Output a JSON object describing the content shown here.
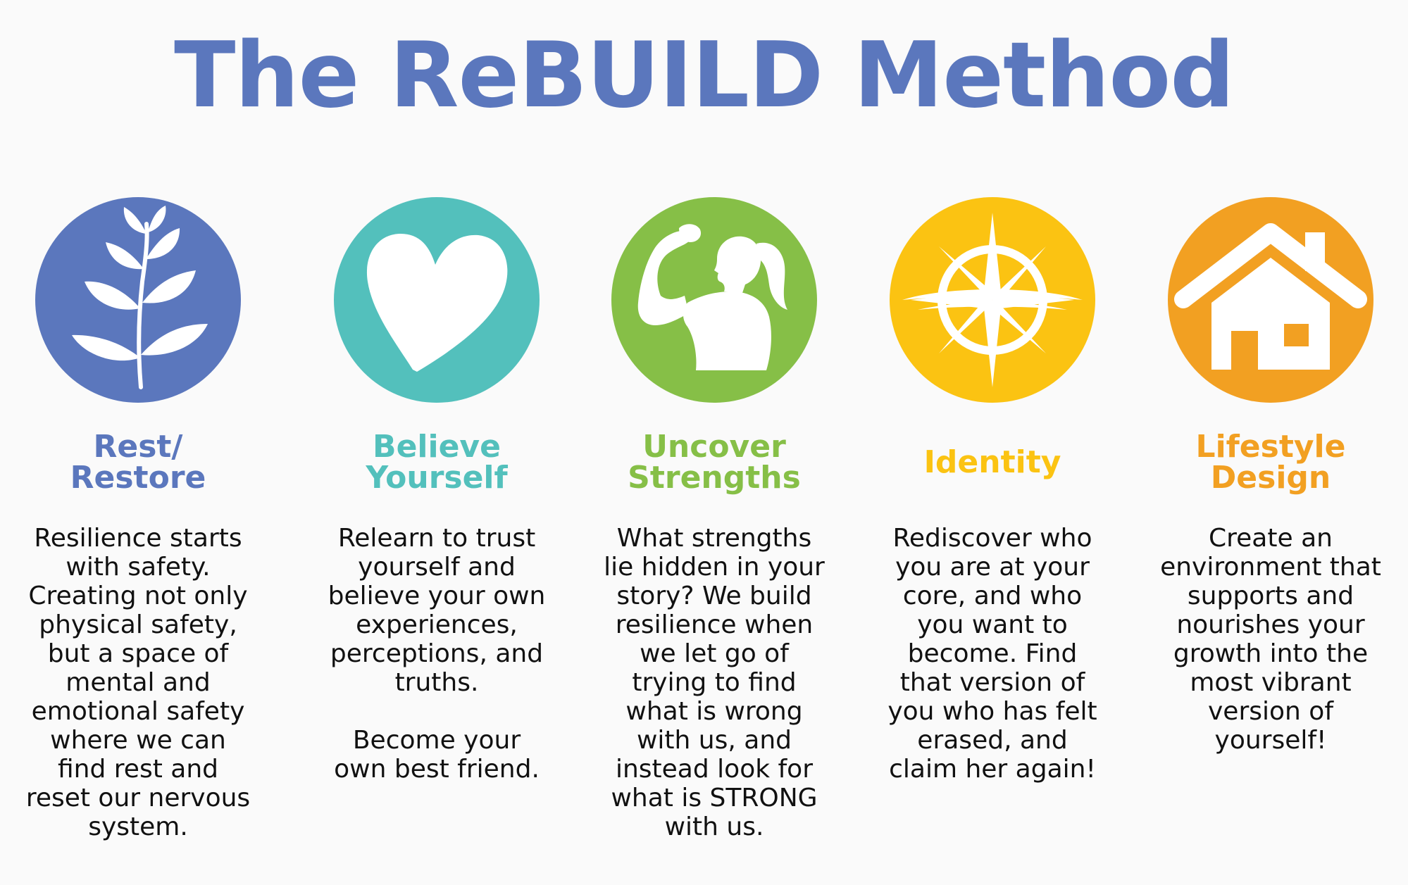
{
  "title": "The ReBUILD Method",
  "colors": {
    "title": "#5b77bd",
    "rest": "#5b77bd",
    "believe": "#53c0bc",
    "uncover": "#86bf47",
    "identity": "#fbc312",
    "lifestyle": "#f2a022",
    "body_text": "#111111",
    "background": "#fafafa"
  },
  "pillars": [
    {
      "icon": "leaf-sprout-icon",
      "heading": [
        "Rest/",
        "Restore"
      ],
      "description": [
        "Resilience starts",
        "with safety.",
        "Creating not only",
        "physical safety,",
        "but a space of",
        "mental and",
        "emotional safety",
        "where we can",
        "find rest and",
        "reset our nervous",
        "system."
      ]
    },
    {
      "icon": "heart-icon",
      "heading": [
        "Believe",
        "Yourself"
      ],
      "description": [
        "Relearn to trust",
        "yourself and",
        "believe your own",
        "experiences,",
        "perceptions, and",
        "truths.",
        "",
        "Become your",
        "own best friend."
      ]
    },
    {
      "icon": "strong-woman-icon",
      "heading": [
        "Uncover",
        "Strengths"
      ],
      "description": [
        "What strengths",
        "lie hidden in your",
        "story? We build",
        "resilience when",
        "we let go of",
        "trying to find",
        "what is wrong",
        "with us, and",
        "instead look for",
        "what is STRONG",
        "with us."
      ]
    },
    {
      "icon": "compass-star-icon",
      "heading": [
        "Identity"
      ],
      "description": [
        "Rediscover who",
        "you are at your",
        "core, and who",
        "you want to",
        "become. Find",
        "that version of",
        "you who has felt",
        "erased, and",
        "claim her again!"
      ]
    },
    {
      "icon": "house-icon",
      "heading": [
        "Lifestyle",
        "Design"
      ],
      "description": [
        "Create an",
        "environment that",
        "supports and",
        "nourishes your",
        "growth into the",
        "most vibrant",
        "version of",
        "yourself!"
      ]
    }
  ]
}
